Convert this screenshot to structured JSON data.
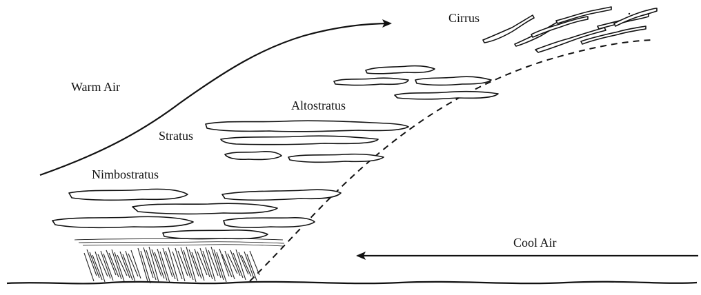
{
  "labels": {
    "warm_air": "Warm Air",
    "cool_air": "Cool Air",
    "cirrus": "Cirrus",
    "altostratus": "Altostratus",
    "stratus": "Stratus",
    "nimbostratus": "Nimbostratus"
  },
  "colors": {
    "ink": "#111111",
    "background": "#ffffff"
  }
}
